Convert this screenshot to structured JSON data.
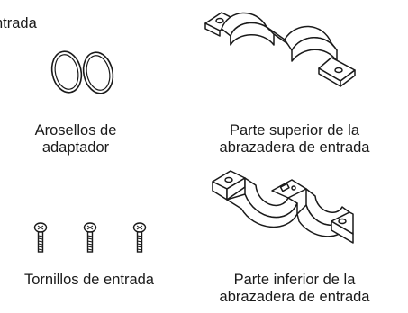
{
  "labels": {
    "top_left_fragment": "ntrada",
    "adapter_orings": [
      "Arosellos de",
      "adaptador"
    ],
    "inlet_clamp_top": [
      "Parte superior de la",
      "abrazadera de entrada"
    ],
    "inlet_screws": "Tornillos de entrada",
    "inlet_clamp_bottom": [
      "Parte inferior de la",
      "abrazadera de entrada"
    ]
  },
  "figures": {
    "orings": "two-o-rings-illustration",
    "clamp_top": "upper-clamp-illustration",
    "clamp_bottom": "lower-clamp-illustration",
    "screws": "three-screws-illustration"
  },
  "colors": {
    "line": "#1a1a1a",
    "fill": "#ffffff"
  }
}
